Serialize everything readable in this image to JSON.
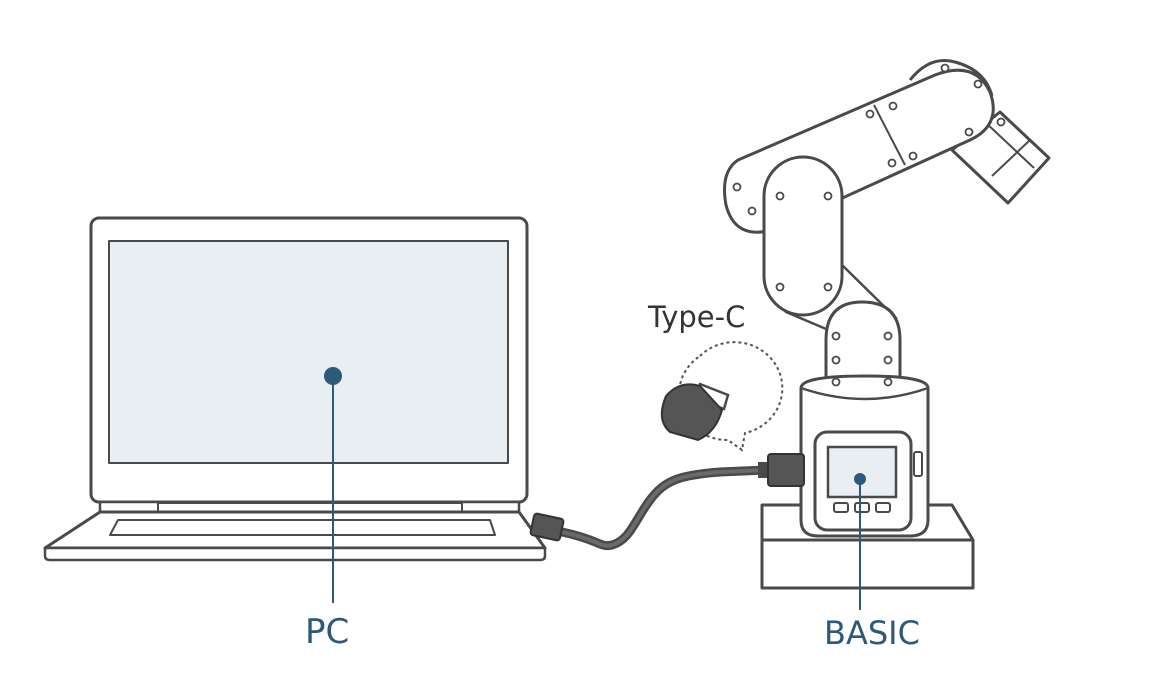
{
  "labels": {
    "pc": "PC",
    "basic": "BASIC",
    "connector": "Type-C"
  },
  "colors": {
    "outline": "#4a4a4a",
    "screen_fill": "#e9eef2",
    "accent": "#2d5a78",
    "cable": "#4a4a4a",
    "connector_fill": "#555555"
  },
  "icons": {
    "laptop": "laptop-icon",
    "robot_arm": "robot-arm-icon",
    "usb_c_plug": "usb-c-plug-icon",
    "controller": "m5stack-basic-icon"
  }
}
